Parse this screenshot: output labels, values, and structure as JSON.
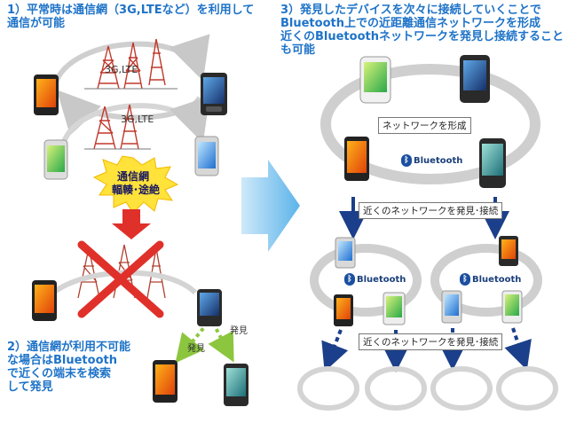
{
  "step1": {
    "caption": "1）平常時は通信網（3G,LTEなど）を利用して\n通信が可能"
  },
  "step2": {
    "caption": "2）通信網が利用不可能\nな場合はBluetooth\nで近くの端末を検索\nして発見"
  },
  "step3": {
    "caption": "3）発見したデバイスを次々に接続していくことで\nBluetooth上での近距離通信ネットワークを形成\n近くのBluetoothネットワークを発見し接続すること\nも可能"
  },
  "tower_labels": {
    "top": "3G,LTE",
    "middle": "3G,LTE"
  },
  "disaster": {
    "line1": "通信網",
    "line2": "輻輳･途絶"
  },
  "discover": {
    "left": "発見",
    "right": "発見"
  },
  "network_form": "ネットワークを形成",
  "bluetooth": {
    "main": "Bluetooth",
    "left": "Bluetooth",
    "right": "Bluetooth"
  },
  "nearby_discover": {
    "top": "近くのネットワークを発見･接続",
    "bottom": "近くのネットワークを発見･接続"
  },
  "colors": {
    "accent_blue": "#1e73c8",
    "tower_red": "#c0392b",
    "cross_red": "#e0302a",
    "big_arrow": "#7cc4ef",
    "burst_yellow": "#ffe23a"
  }
}
